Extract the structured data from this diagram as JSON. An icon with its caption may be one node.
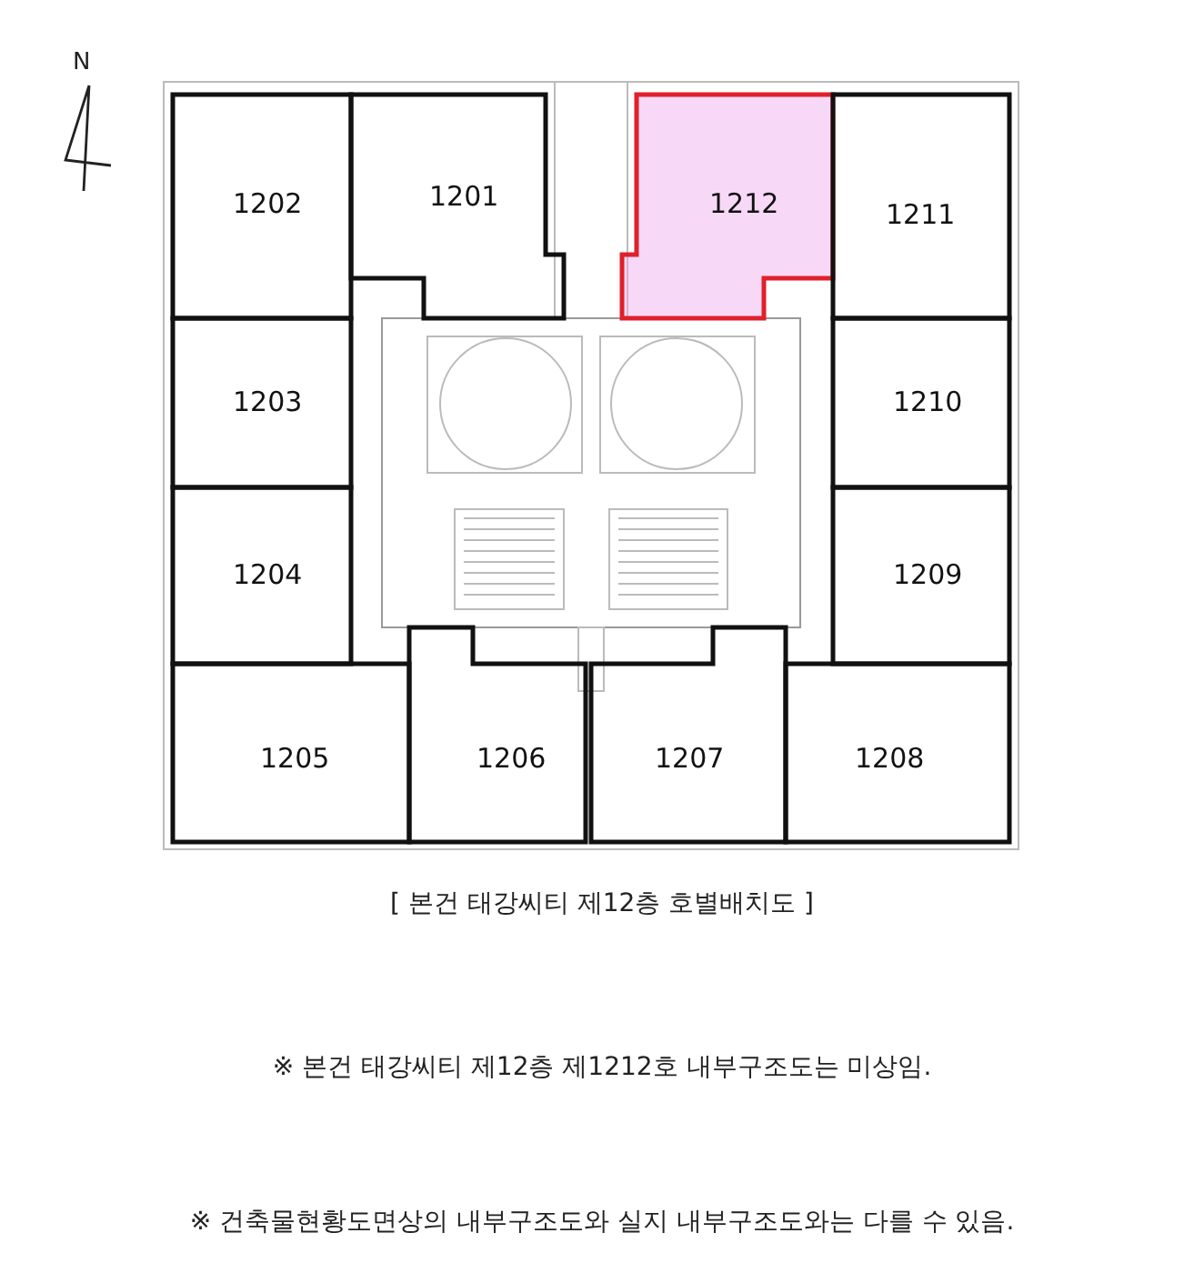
{
  "diagram": {
    "caption": "[ 본건 태강씨티 제12층 호별배치도 ]",
    "nodes": [
      {
        "text": [
          "1202"
        ]
      },
      {
        "text": [
          "1201"
        ]
      },
      {
        "text": [
          "1212"
        ]
      },
      {
        "text": [
          "1211"
        ]
      },
      {
        "text": [
          "1203"
        ]
      },
      {
        "text": [
          "1210"
        ]
      },
      {
        "text": [
          "1204"
        ]
      },
      {
        "text": [
          "1209"
        ]
      },
      {
        "text": [
          "1205"
        ]
      },
      {
        "text": [
          "1206"
        ]
      },
      {
        "text": [
          "1207"
        ]
      },
      {
        "text": [
          "1208"
        ]
      }
    ],
    "labels": [
      "N",
      "※ 본건 태강씨티 제12층 제1212호 내부구조도는 미상임.",
      "※ 건축물현황도면상의 내부구조도와 실지 내부구조도와는 다를 수 있음."
    ]
  }
}
